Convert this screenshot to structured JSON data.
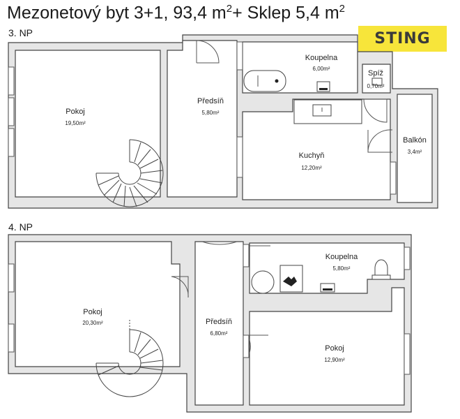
{
  "title": {
    "main": "Mezonetový byt 3+1, 93,4 m",
    "sup1": "2",
    "plus": "+ Sklep 5,4 m",
    "sup2": "2"
  },
  "logo": {
    "text": "STING",
    "color": "#f7e53a"
  },
  "floors": [
    {
      "label": "3. NP",
      "rooms": [
        {
          "name": "Pokoj",
          "area": "19,50m²"
        },
        {
          "name": "Předsíň",
          "area": "5,80m²"
        },
        {
          "name": "Koupelna",
          "area": "6,00m²"
        },
        {
          "name": "Spíž",
          "area": "0,70m²"
        },
        {
          "name": "Kuchyň",
          "area": "12,20m²"
        },
        {
          "name": "Balkón",
          "area": "3,4m²"
        }
      ]
    },
    {
      "label": "4. NP",
      "rooms": [
        {
          "name": "Pokoj",
          "area": "20,30m²"
        },
        {
          "name": "Předsíň",
          "area": "6,80m²"
        },
        {
          "name": "Koupelna",
          "area": "5,80m²"
        },
        {
          "name": "Pokoj",
          "area": "12,90m²"
        }
      ]
    }
  ]
}
